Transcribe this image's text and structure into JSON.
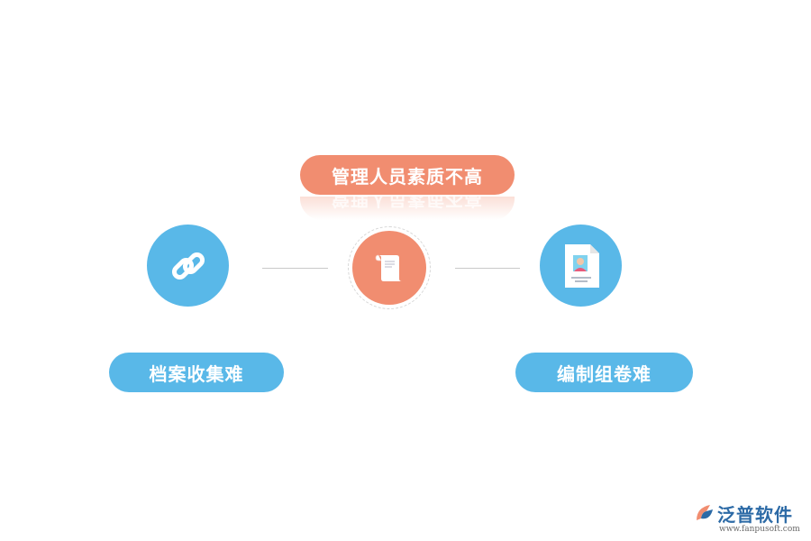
{
  "diagram": {
    "top_label": "管理人员素质不高",
    "left_label": "档案收集难",
    "right_label": "编制组卷难",
    "nodes": [
      {
        "id": "left",
        "icon": "chain-link-icon"
      },
      {
        "id": "center",
        "icon": "scroll-document-icon"
      },
      {
        "id": "right",
        "icon": "profile-document-icon"
      }
    ]
  },
  "colors": {
    "accent_orange": "#f18d70",
    "accent_blue": "#59b8e8"
  },
  "logo": {
    "name": "泛普软件",
    "url": "www.fanpusoft.com"
  }
}
